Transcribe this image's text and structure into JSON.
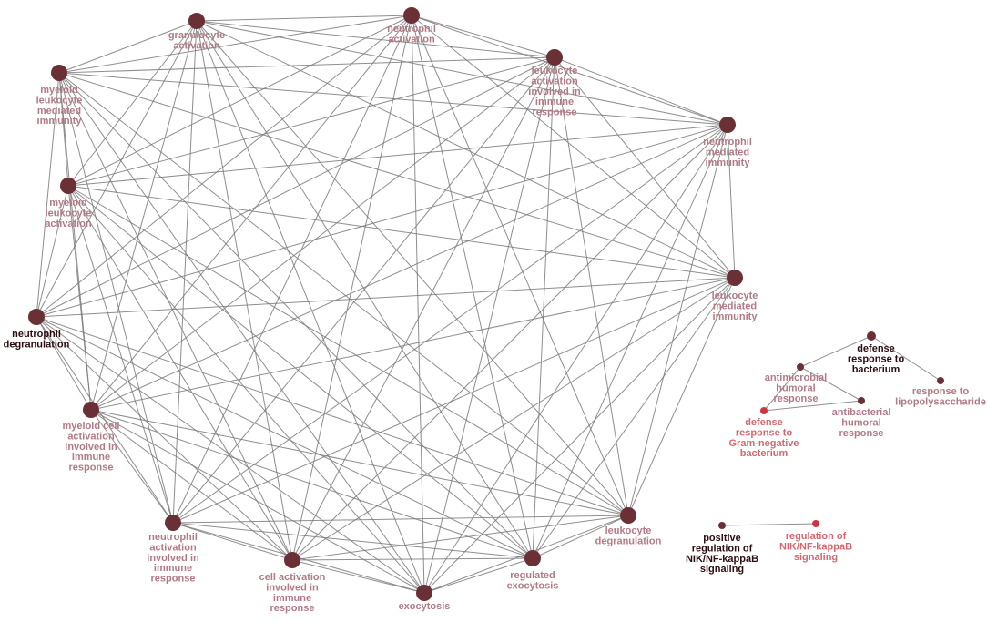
{
  "colors": {
    "node_dark": "#6b3035",
    "node_red": "#d0343c",
    "edge": "#7a7a7a",
    "label_pink": "#b07b86",
    "label_dark": "#2c0d12",
    "label_red": "#d06a72"
  },
  "nodes": [
    {
      "id": "granulocyte",
      "lines": [
        "granulocyte",
        "activation"
      ],
      "style": "pink",
      "fill": "dark"
    },
    {
      "id": "neutrophil-activation",
      "lines": [
        "neutrophil",
        "activation"
      ],
      "style": "pink",
      "fill": "dark"
    },
    {
      "id": "leukocyte-activation-immune",
      "lines": [
        "leukocyte",
        "activation",
        "involved in",
        "immune",
        "response"
      ],
      "style": "pink",
      "fill": "dark"
    },
    {
      "id": "neutrophil-mediated-immunity",
      "lines": [
        "neutrophil",
        "mediated",
        "immunity"
      ],
      "style": "pink",
      "fill": "dark"
    },
    {
      "id": "leukocyte-mediated-immunity",
      "lines": [
        "leukocyte",
        "mediated",
        "immunity"
      ],
      "style": "pink",
      "fill": "dark"
    },
    {
      "id": "leukocyte-degranulation",
      "lines": [
        "leukocyte",
        "degranulation"
      ],
      "style": "pink",
      "fill": "dark"
    },
    {
      "id": "regulated-exocytosis",
      "lines": [
        "regulated",
        "exocytosis"
      ],
      "style": "pink",
      "fill": "dark"
    },
    {
      "id": "exocytosis",
      "lines": [
        "exocytosis"
      ],
      "style": "pink",
      "fill": "dark"
    },
    {
      "id": "cell-activation-immune",
      "lines": [
        "cell activation",
        "involved in",
        "immune",
        "response"
      ],
      "style": "pink",
      "fill": "dark"
    },
    {
      "id": "neutrophil-activation-immune",
      "lines": [
        "neutrophil",
        "activation",
        "involved in",
        "immune",
        "response"
      ],
      "style": "pink",
      "fill": "dark"
    },
    {
      "id": "myeloid-cell-activation-immune",
      "lines": [
        "myeloid cell",
        "activation",
        "involved in",
        "immune",
        "response"
      ],
      "style": "pink",
      "fill": "dark"
    },
    {
      "id": "neutrophil-degranulation",
      "lines": [
        "neutrophil",
        "degranulation"
      ],
      "style": "dark",
      "fill": "dark"
    },
    {
      "id": "myeloid-leukocyte-activation",
      "lines": [
        "myeloid",
        "leukocyte",
        "activation"
      ],
      "style": "pink",
      "fill": "dark"
    },
    {
      "id": "myeloid-leukocyte-immunity",
      "lines": [
        "myeloid",
        "leukocyte",
        "mediated",
        "immunity"
      ],
      "style": "pink",
      "fill": "dark"
    },
    {
      "id": "defense-bacterium",
      "lines": [
        "defense",
        "response to",
        "bacterium"
      ],
      "style": "dark",
      "fill": "dark"
    },
    {
      "id": "antimicrobial-humoral",
      "lines": [
        "antimicrobial",
        "humoral",
        "response"
      ],
      "style": "pink",
      "fill": "dark"
    },
    {
      "id": "lipopolysaccharide",
      "lines": [
        "response to",
        "lipopolysaccharide"
      ],
      "style": "pink",
      "fill": "dark"
    },
    {
      "id": "antibacterial-humoral",
      "lines": [
        "antibacterial",
        "humoral",
        "response"
      ],
      "style": "pink",
      "fill": "dark"
    },
    {
      "id": "gram-negative",
      "lines": [
        "defense",
        "response to",
        "Gram-negative",
        "bacterium"
      ],
      "style": "red",
      "fill": "red"
    },
    {
      "id": "positive-nik",
      "lines": [
        "positive",
        "regulation of",
        "NIK/NF-kappaB",
        "signaling"
      ],
      "style": "dark",
      "fill": "dark"
    },
    {
      "id": "regulation-nik",
      "lines": [
        "regulation of",
        "NIK/NF-kappaB",
        "signaling"
      ],
      "style": "red",
      "fill": "red"
    }
  ],
  "edges": [
    [
      "defense-bacterium",
      "antimicrobial-humoral"
    ],
    [
      "defense-bacterium",
      "lipopolysaccharide"
    ],
    [
      "antimicrobial-humoral",
      "antibacterial-humoral"
    ],
    [
      "antimicrobial-humoral",
      "gram-negative"
    ],
    [
      "gram-negative",
      "antibacterial-humoral"
    ],
    [
      "positive-nik",
      "regulation-nik"
    ]
  ],
  "complete_cluster": [
    "granulocyte",
    "neutrophil-activation",
    "leukocyte-activation-immune",
    "neutrophil-mediated-immunity",
    "leukocyte-mediated-immunity",
    "leukocyte-degranulation",
    "regulated-exocytosis",
    "exocytosis",
    "cell-activation-immune",
    "neutrophil-activation-immune",
    "myeloid-cell-activation-immune",
    "neutrophil-degranulation",
    "myeloid-leukocyte-activation",
    "myeloid-leukocyte-immunity"
  ]
}
